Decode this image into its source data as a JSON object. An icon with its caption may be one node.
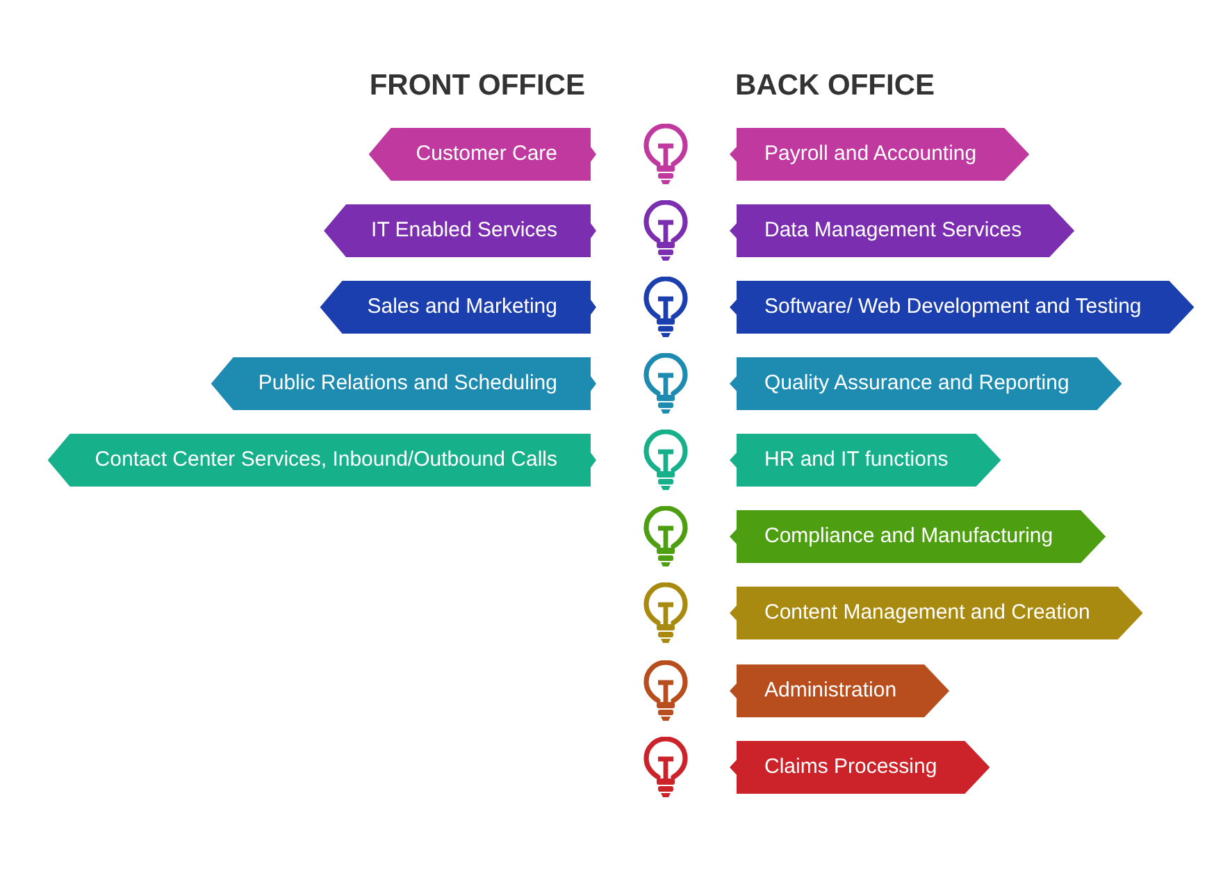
{
  "diagram": {
    "nodes": [
      {
        "text": [
          "Customer Care"
        ]
      },
      {
        "text": [
          "IT Enabled Services"
        ]
      },
      {
        "text": [
          "Sales and Marketing"
        ]
      },
      {
        "text": [
          "Public Relations and Scheduling"
        ]
      },
      {
        "text": [
          "Contact Center Services, Inbound/Outbound Calls"
        ]
      },
      {
        "text": [
          "Payroll and Accounting"
        ]
      },
      {
        "text": [
          "Data Management Services"
        ]
      },
      {
        "text": [
          "Software/ Web Development and Testing"
        ]
      },
      {
        "text": [
          "Quality Assurance and Reporting"
        ]
      },
      {
        "text": [
          "HR and IT functions"
        ]
      },
      {
        "text": [
          "Compliance and Manufacturing"
        ]
      },
      {
        "text": [
          "Content Management and Creation"
        ]
      },
      {
        "text": [
          "Administration"
        ]
      },
      {
        "text": [
          "Claims Processing"
        ]
      }
    ],
    "labels": [
      "FRONT OFFICE",
      "BACK OFFICE"
    ]
  }
}
